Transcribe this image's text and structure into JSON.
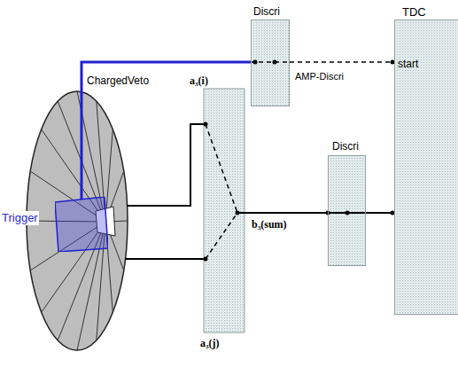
{
  "diagram": {
    "nodes": [
      {
        "text": [
          "ChargedVeto"
        ]
      },
      {
        "text": [
          "Trigger"
        ],
        "in": 0
      },
      {
        "text": [
          "Discri"
        ]
      },
      {
        "text": [
          "Discri"
        ]
      },
      {
        "text": [
          "TDC",
          "start"
        ]
      }
    ],
    "edges": [
      {
        "from": 1,
        "to": 2,
        "arrow": "none"
      },
      {
        "from": 2,
        "to": 4,
        "arrow": "none"
      },
      {
        "from": 3,
        "to": 4,
        "arrow": "none"
      }
    ],
    "labels": [
      "AMP-Discri",
      "a₃(i)",
      "a₃(j)",
      "b₃(sum)"
    ]
  }
}
